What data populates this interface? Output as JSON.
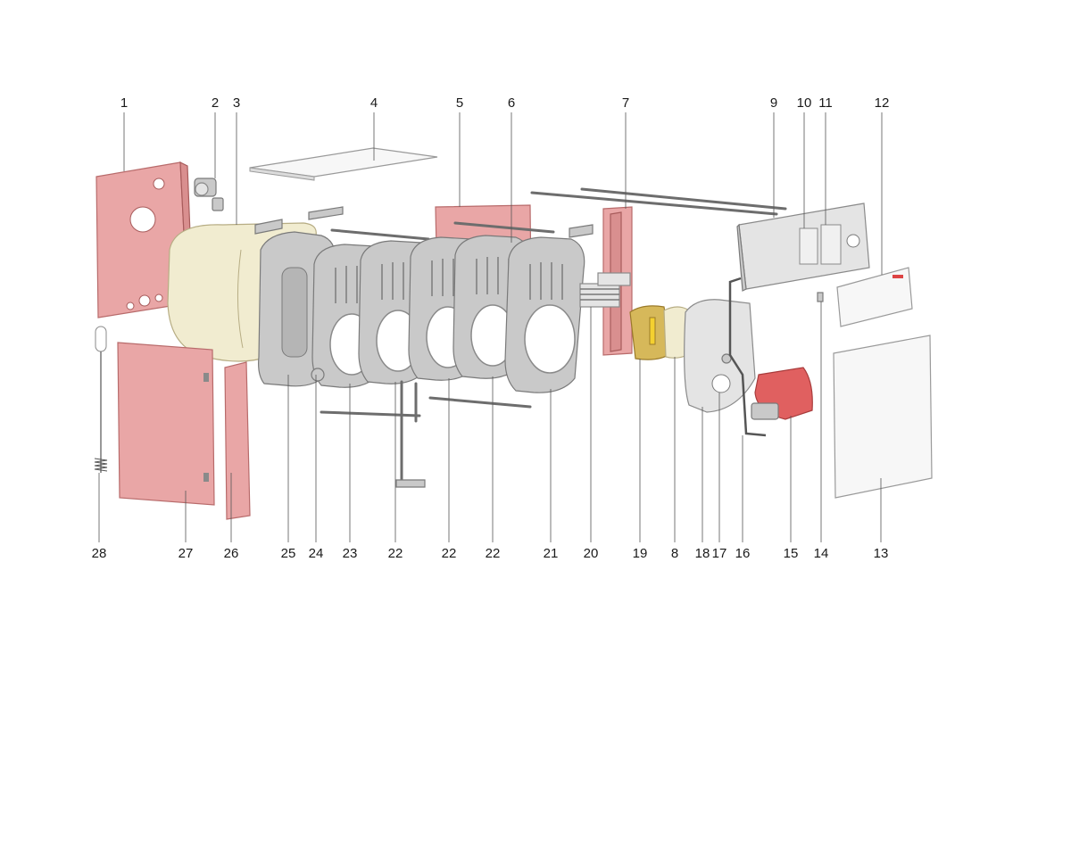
{
  "callouts": {
    "top": [
      "1",
      "2",
      "3",
      "4",
      "5",
      "6",
      "7",
      "9",
      "10",
      "11",
      "12"
    ],
    "bottom": [
      "28",
      "27",
      "26",
      "25",
      "24",
      "23",
      "22",
      "22",
      "22",
      "21",
      "20",
      "19",
      "8",
      "18",
      "17",
      "16",
      "15",
      "14",
      "13"
    ]
  },
  "colors": {
    "casing_panel": "#e9a6a6",
    "insulation": "#f1ecd0",
    "cast_iron": "#c9c9c9",
    "burner": "#e06060",
    "baffle": "#d6b85a"
  }
}
